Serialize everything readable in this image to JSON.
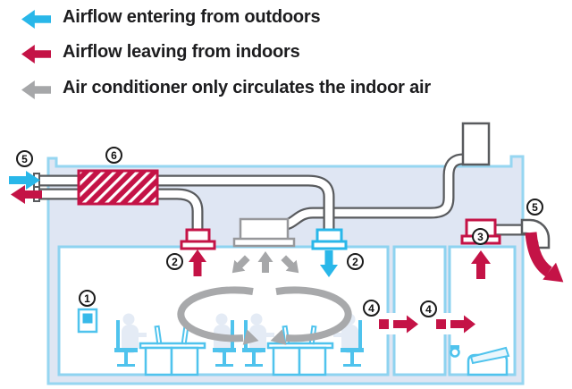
{
  "legend": {
    "items": [
      {
        "icon": "arrow-left-icon",
        "color": "#29b7e9",
        "label": "Airflow entering from outdoors"
      },
      {
        "icon": "arrow-left-icon",
        "color": "#c41346",
        "label": "Airflow leaving from indoors"
      },
      {
        "icon": "arrow-left-icon",
        "color": "#a6a7a9",
        "label": "Air conditioner only circulates the indoor air"
      }
    ]
  },
  "markers": {
    "outdoor_intake": "5",
    "heat_exchanger": "6",
    "co2_sensor": "1",
    "exhaust_vent": "2",
    "supply_vent": "2",
    "toilet_fan": "3",
    "transfer_left": "4",
    "transfer_right": "4",
    "outdoor_exhaust": "5"
  },
  "colors": {
    "supply_air": "#29b7e9",
    "exhaust_air": "#c41346",
    "circulated_air": "#a6a7a9",
    "building_outline": "#96d6f1",
    "building_fill": "#dfe6f3",
    "duct_outline": "#595b5e",
    "text": "#1d1d1f"
  }
}
